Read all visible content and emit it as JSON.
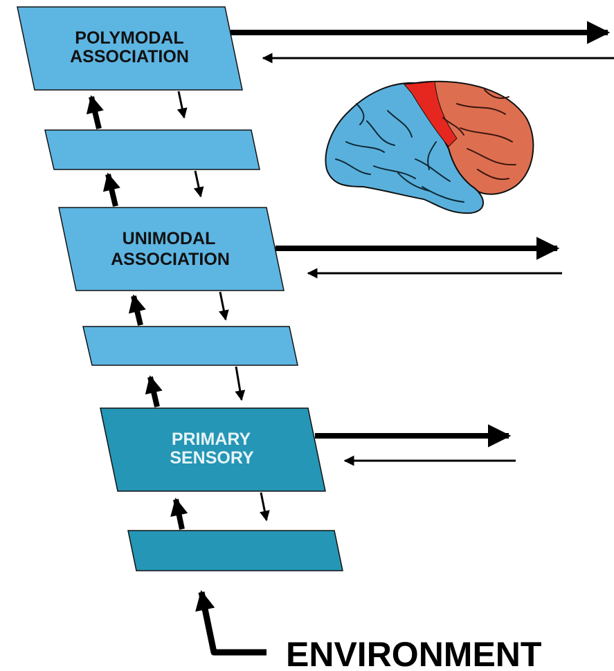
{
  "diagram": {
    "boxes": [
      {
        "id": "polymodal",
        "line1": "POLYMODAL",
        "line2": "ASSOCIATION"
      },
      {
        "id": "intermediate-upper",
        "line1": "",
        "line2": ""
      },
      {
        "id": "unimodal",
        "line1": "UNIMODAL",
        "line2": "ASSOCIATION"
      },
      {
        "id": "intermediate-middle",
        "line1": "",
        "line2": ""
      },
      {
        "id": "primary",
        "line1": "PRIMARY",
        "line2": "SENSORY"
      },
      {
        "id": "intermediate-lower",
        "line1": "",
        "line2": ""
      }
    ],
    "environment_label": "ENVIRONMENT"
  },
  "colors": {
    "association_fill": "#5db5e2",
    "sensory_fill": "#2596b5",
    "box_stroke": "#111111",
    "association_text": "#111111",
    "sensory_text": "#e6f4f8",
    "brain_blue": "#5ab0dc",
    "brain_red": "#e6271f",
    "brain_orange": "#dd6f50",
    "arrow": "#000000"
  }
}
